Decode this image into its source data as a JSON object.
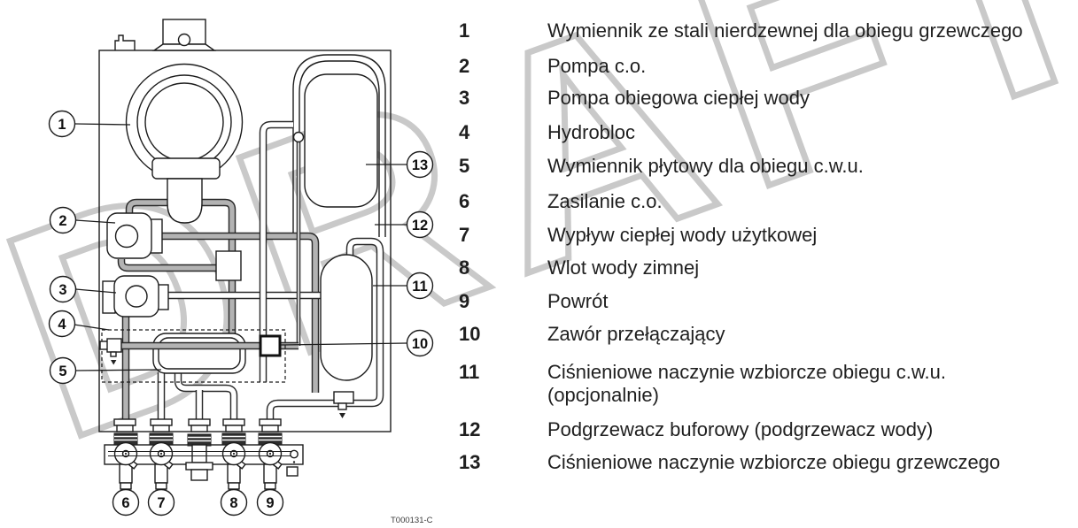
{
  "watermark": {
    "text": "DRAFT",
    "color": "#c9c9c9"
  },
  "figure_code": "T000131-C",
  "legend": {
    "items": [
      {
        "num": "1",
        "label": "Wymiennik ze stali nierdzewnej dla obiegu grzewczego"
      },
      {
        "num": "2",
        "label": "Pompa c.o."
      },
      {
        "num": "3",
        "label": "Pompa obiegowa ciepłej wody"
      },
      {
        "num": "4",
        "label": "Hydrobloc"
      },
      {
        "num": "5",
        "label": "Wymiennik płytowy dla obiegu c.w.u."
      },
      {
        "num": "6",
        "label": "Zasilanie c.o."
      },
      {
        "num": "7",
        "label": "Wypływ ciepłej wody użytkowej"
      },
      {
        "num": "8",
        "label": "Wlot wody zimnej"
      },
      {
        "num": "9",
        "label": "Powrót"
      },
      {
        "num": "10",
        "label": "Zawór przełączający"
      },
      {
        "num": "11",
        "label": "Ciśnieniowe naczynie wzbiorcze obiegu c.w.u.\n(opcjonalnie)"
      },
      {
        "num": "12",
        "label": "Podgrzewacz buforowy (podgrzewacz wody)"
      },
      {
        "num": "13",
        "label": "Ciśnieniowe naczynie wzbiorcze obiegu grzewczego"
      }
    ]
  },
  "colors": {
    "line": "#1c1c1c",
    "pipe_fill": "#b3b3b3",
    "watermark": "#c9c9c9"
  }
}
